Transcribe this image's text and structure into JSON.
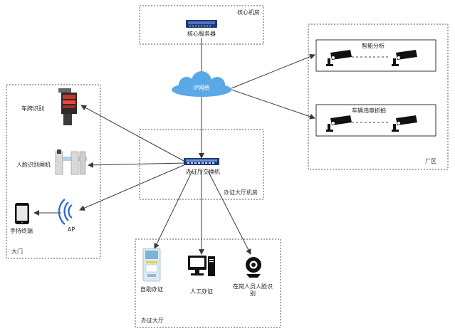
{
  "zones": {
    "core_room": "核心机房",
    "factory": "厂区",
    "gate": "大门",
    "hall_room": "办证大厅机房",
    "hall": "办证大厅"
  },
  "nodes": {
    "core_server": "核心服务器",
    "ip_network": "IP网络",
    "smart_analysis": "智能分析",
    "vehicle_violation": "车辆违章抓拍",
    "plate_recognition": "车牌识别",
    "face_gate": "人脸识别闸机",
    "handheld": "手持终端",
    "ap": "AP",
    "hall_switch": "办证厅交换机",
    "self_service": "自助办证",
    "manual_service": "人工办证",
    "face_recognition": "在岗人员人脸识别"
  },
  "colors": {
    "line": "#3a3a3a",
    "zone_border": "#555555",
    "cloud": "#5aa9e6",
    "ap_blue": "#2a6fd0",
    "device_dark": "#111111"
  }
}
